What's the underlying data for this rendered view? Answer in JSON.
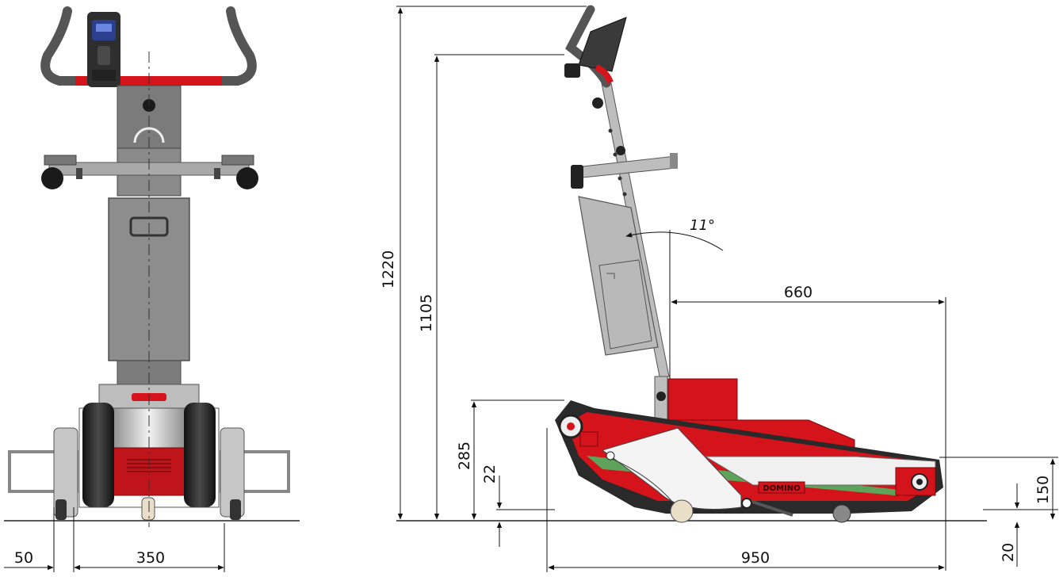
{
  "dimensions": {
    "front_left": "50",
    "front_width": "350",
    "height_total": "1220",
    "height_handle": "1105",
    "height_front": "285",
    "clearance_front": "22",
    "length_660": "660",
    "length_total": "950",
    "height_rear": "150",
    "clearance_rear": "20",
    "angle": "11°"
  },
  "brand_label": "DOMINO",
  "colors": {
    "frame_red": "#d4131b",
    "column_grey": "#7b7b7b",
    "track_black": "#2a2a2a",
    "belt_green": "#5ea35a",
    "silver": "#cfcfcf"
  }
}
